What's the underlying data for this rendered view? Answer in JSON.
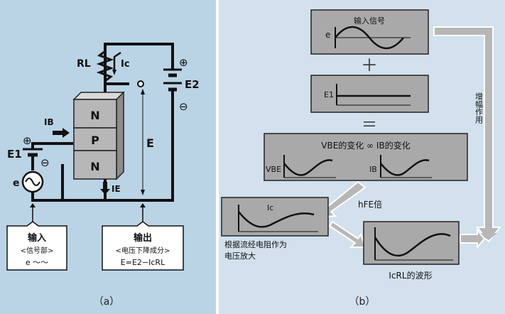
{
  "panel_a": {
    "caption": "（a）",
    "rl_label": "RL",
    "ic_label": "Ic",
    "e2_label": "E2",
    "e_label": "E",
    "ib_label": "IB",
    "e1_label": "E1",
    "e_src_label": "e",
    "ie_label": "IE",
    "layers": [
      "N",
      "P",
      "N"
    ],
    "plus": "⊕",
    "minus": "⊖",
    "input_box": {
      "title": "输入",
      "sub": "<信号部>",
      "formula": "e 〜〜"
    },
    "output_box": {
      "title": "输出",
      "sub": "<电压下降成分>",
      "formula": "E=E2−IcRL"
    }
  },
  "panel_b": {
    "caption": "（b）",
    "input_signal": "输入信号",
    "e_label": "e",
    "plus_sign": "＋",
    "e1_label": "E1",
    "equals_sign": "＝",
    "vbe_ib_title": "VBE的变化 ∞ IB的变化",
    "vbe_label": "VBE",
    "ib_label": "IB",
    "side_label": "增幅作用",
    "hfe_label": "hFE倍",
    "ic_label": "Ic",
    "resistor_text": "根据流经电阻作为\n电压放大",
    "icrl_caption": "IcRL的波形"
  },
  "colors": {
    "panel_a_bg": "#bad4e6",
    "panel_b_bg": "#d2e1ed",
    "box_fill": "#a9a9a9",
    "block_fill": "#b7b7b7",
    "wire": "#111111",
    "arrow_outline": "#ffffff"
  }
}
